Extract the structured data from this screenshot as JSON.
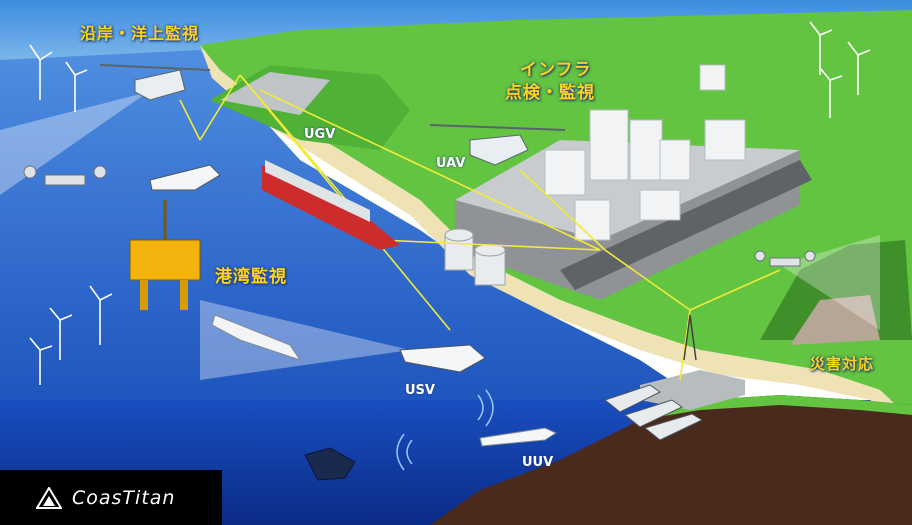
{
  "labels": {
    "coastal": "沿岸・洋上監視",
    "infra_line1": "インフラ",
    "infra_line2": "点検・監視",
    "port": "港湾監視",
    "disaster": "災害対応"
  },
  "vehicles": {
    "ugv": "UGV",
    "uav": "UAV",
    "usv": "USV",
    "uuv": "UUV"
  },
  "brand": {
    "name": "CoasTitan"
  },
  "colors": {
    "sky": "#4f9ee6",
    "sea_deep": "#0d3aa0",
    "land": "#62c441",
    "label_yellow": "#ffd21f",
    "link_line": "#f2ea3a"
  }
}
